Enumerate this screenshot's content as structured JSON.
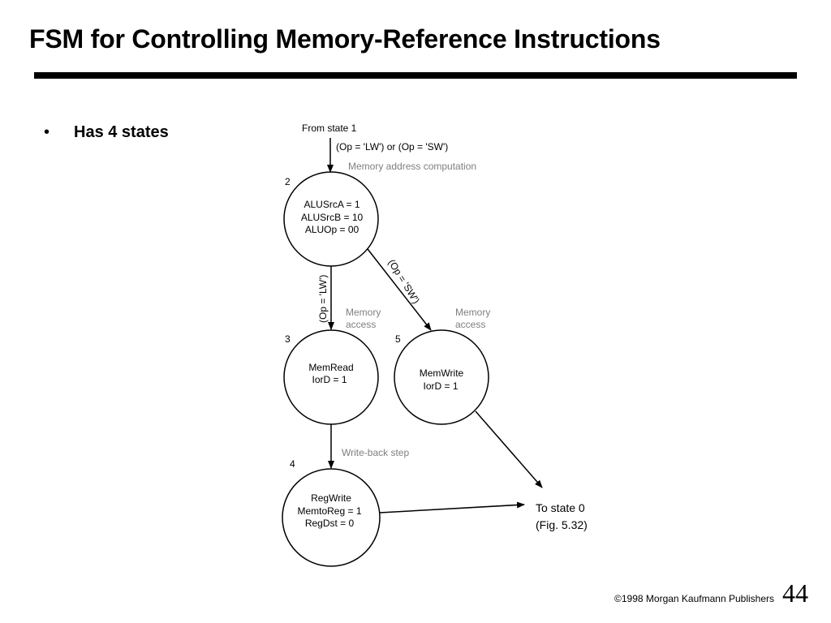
{
  "slide": {
    "title": "FSM for Controlling Memory-Reference Instructions",
    "bullets": [
      "Has 4 states"
    ],
    "footer": {
      "copyright": "©1998 Morgan Kaufmann Publishers",
      "page_number": "44"
    }
  },
  "diagram": {
    "entry_label": "From state 1",
    "entry_condition": "(Op = 'LW') or (Op = 'SW')",
    "states": {
      "s2": {
        "number": "2",
        "caption": "Memory address computation",
        "lines": [
          "ALUSrcA = 1",
          "ALUSrcB = 10",
          "ALUOp = 00"
        ]
      },
      "s3": {
        "number": "3",
        "caption": [
          "Memory",
          "access"
        ],
        "lines": [
          "MemRead",
          "IorD = 1"
        ]
      },
      "s5": {
        "number": "5",
        "caption": [
          "Memory",
          "access"
        ],
        "lines": [
          "MemWrite",
          "IorD = 1"
        ]
      },
      "s4": {
        "number": "4",
        "caption": "Write-back step",
        "lines": [
          "RegWrite",
          "MemtoReg = 1",
          "RegDst = 0"
        ]
      }
    },
    "transitions": {
      "to_s3": "(Op = 'LW')",
      "to_s5": "(Op = 'SW')"
    },
    "exit_label": [
      "To state 0",
      "(Fig. 5.32)"
    ],
    "colors": {
      "caption_gray": "#7f7f7f",
      "line": "#000000"
    }
  }
}
